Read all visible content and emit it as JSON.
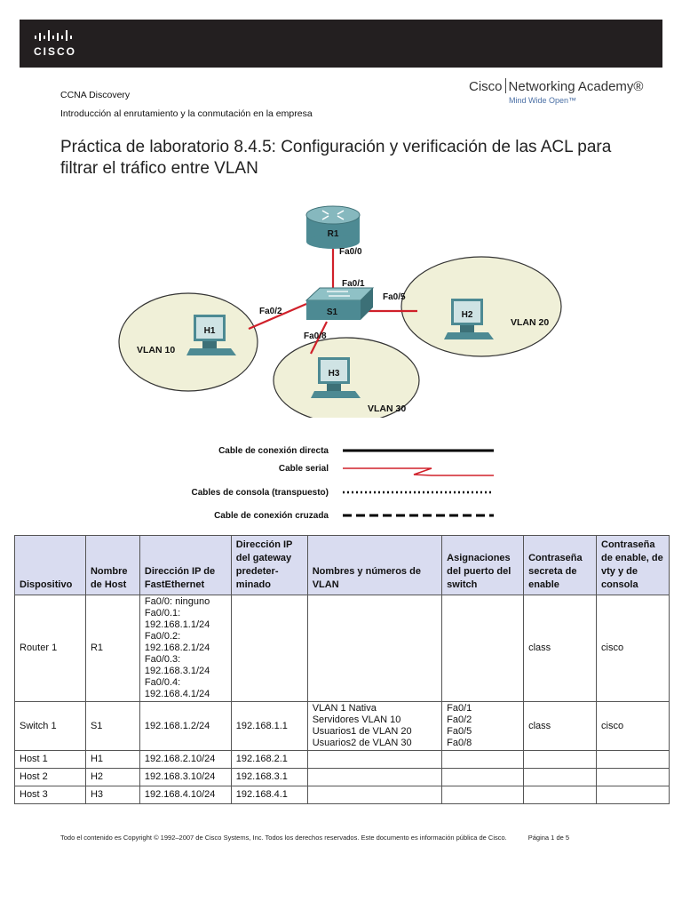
{
  "header": {
    "logo_text": "CISCO",
    "course": "CCNA Discovery",
    "subtitle": "Introducción al enrutamiento y la conmutación en la empresa",
    "academy_left": "Cisco",
    "academy_right": "Networking Academy®",
    "academy_tagline": "Mind Wide Open™"
  },
  "title": "Práctica de laboratorio 8.4.5: Configuración y verificación de las ACL para filtrar el tráfico entre VLAN",
  "topology": {
    "router": "R1",
    "switch": "S1",
    "hosts": [
      "H1",
      "H2",
      "H3"
    ],
    "vlans": [
      "VLAN 10",
      "VLAN 20",
      "VLAN 30"
    ],
    "ports": {
      "r1": "Fa0/0",
      "s1_up": "Fa0/1",
      "s1_h1": "Fa0/2",
      "s1_h2": "Fa0/5",
      "s1_h3": "Fa0/8"
    }
  },
  "legend": [
    "Cable de conexión directa",
    "Cable serial",
    "Cables de consola (transpuesto)",
    "Cable de conexión cruzada"
  ],
  "table": {
    "headers": [
      "Dispositivo",
      "Nombre de Host",
      "Dirección IP de FastEthernet",
      "Dirección IP del gateway predeter- minado",
      "Nombres y números de VLAN",
      "Asignaciones del puerto del switch",
      "Contraseña secreta de enable",
      "Contraseña de enable, de vty y de consola"
    ],
    "rows": [
      [
        "Router 1",
        "R1",
        "Fa0/0: ninguno\nFa0/0.1:\n192.168.1.1/24\nFa0/0.2:\n192.168.2.1/24\nFa0/0.3:\n192.168.3.1/24\nFa0/0.4:\n192.168.4.1/24",
        "",
        "",
        "",
        "class",
        "cisco"
      ],
      [
        "Switch 1",
        "S1",
        "192.168.1.2/24",
        "192.168.1.1",
        "VLAN 1 Nativa\nServidores VLAN 10\nUsuarios1 de VLAN 20\nUsuarios2 de VLAN 30",
        "Fa0/1\nFa0/2\nFa0/5\nFa0/8",
        "class",
        "cisco"
      ],
      [
        "Host 1",
        "H1",
        "192.168.2.10/24",
        "192.168.2.1",
        "",
        "",
        "",
        ""
      ],
      [
        "Host 2",
        "H2",
        "192.168.3.10/24",
        "192.168.3.1",
        "",
        "",
        "",
        ""
      ],
      [
        "Host 3",
        "H3",
        "192.168.4.10/24",
        "192.168.4.1",
        "",
        "",
        "",
        ""
      ]
    ]
  },
  "footer": {
    "copyright": "Todo el contenido es Copyright © 1992–2007 de Cisco Systems, Inc. Todos los derechos reservados. Este documento es información pública de Cisco.",
    "page": "Página 1 de 5"
  },
  "colors": {
    "topbar": "#231f20",
    "link_red": "#d0202a",
    "vlan_fill": "#f0f0d8",
    "table_header": "#d9dcf0"
  }
}
